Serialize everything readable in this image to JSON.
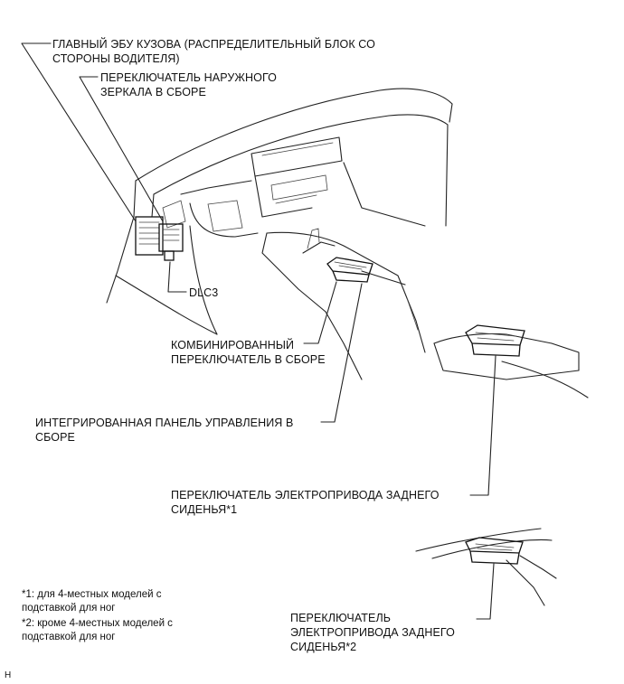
{
  "labels": {
    "main_ecu_line1": "ГЛАВНЫЙ ЭБУ КУЗОВА (РАСПРЕДЕЛИТЕЛЬНЫЙ БЛОК СО",
    "main_ecu_line2": "СТОРОНЫ ВОДИТЕЛЯ)",
    "mirror_switch_line1": "ПЕРЕКЛЮЧАТЕЛЬ НАРУЖНОГО",
    "mirror_switch_line2": "ЗЕРКАЛА В СБОРЕ",
    "dlc3": "DLC3",
    "combo_switch_line1": "КОМБИНИРОВАННЫЙ",
    "combo_switch_line2": "ПЕРЕКЛЮЧАТЕЛЬ В СБОРЕ",
    "integrated_panel_line1": "ИНТЕГРИРОВАННАЯ ПАНЕЛЬ УПРАВЛЕНИЯ В",
    "integrated_panel_line2": "СБОРЕ",
    "rear_seat_switch1_line1": "ПЕРЕКЛЮЧАТЕЛЬ ЭЛЕКТРОПРИВОДА ЗАДНЕГО",
    "rear_seat_switch1_line2": "СИДЕНЬЯ*1",
    "rear_seat_switch2_line1": "ПЕРЕКЛЮЧАТЕЛЬ",
    "rear_seat_switch2_line2": "ЭЛЕКТРОПРИВОДА ЗАДНЕГО",
    "rear_seat_switch2_line3": "СИДЕНЬЯ*2"
  },
  "footnotes": {
    "note1_line1": "*1: для 4-местных моделей с",
    "note1_line2": "подставкой для ног",
    "note2_line1": "*2: кроме 4-местных моделей с",
    "note2_line2": "подставкой для ног"
  },
  "corner_mark": "H"
}
